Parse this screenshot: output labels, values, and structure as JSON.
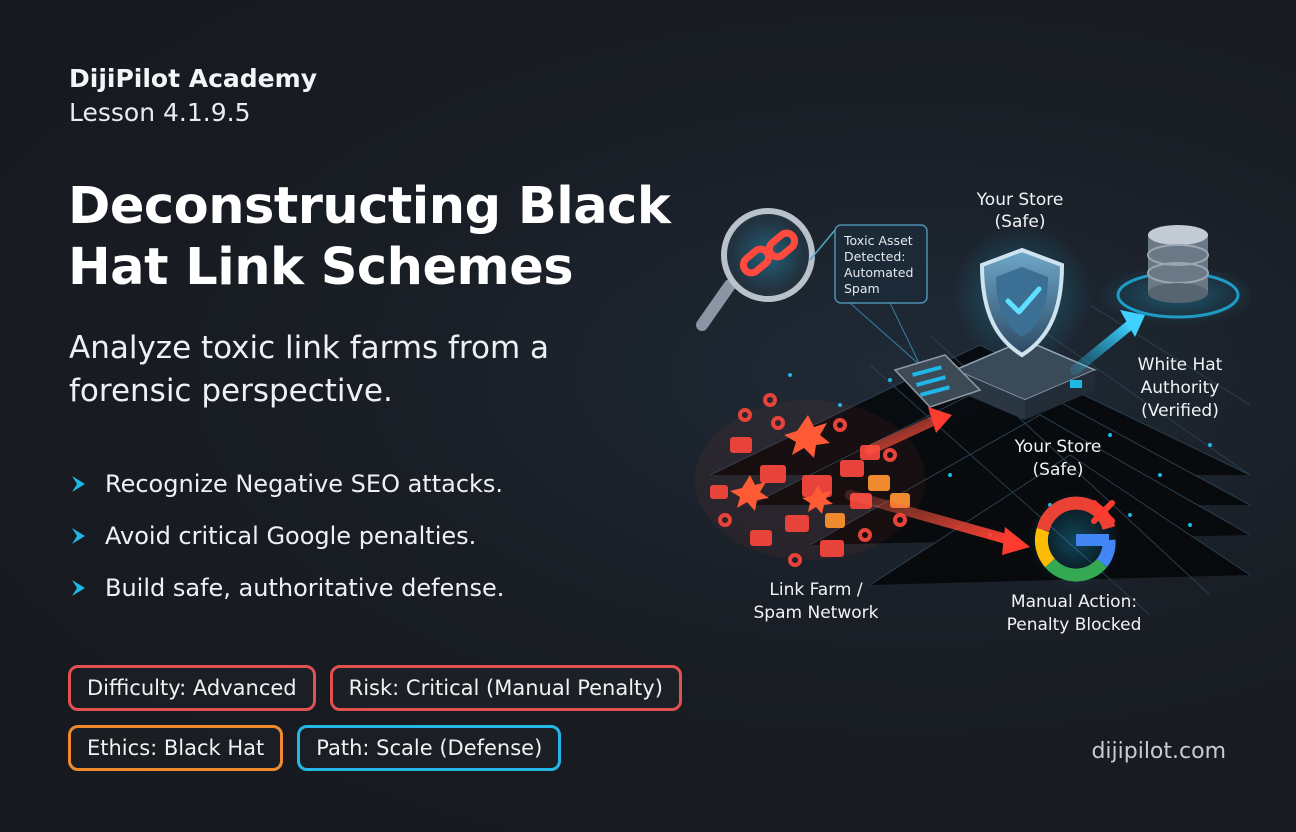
{
  "header": {
    "academy": "DijiPilot Academy",
    "lesson": "Lesson 4.1.9.5"
  },
  "title": "Deconstructing Black Hat Link Schemes",
  "subtitle": "Analyze toxic link farms from a forensic perspective.",
  "bullets": [
    "Recognize Negative SEO attacks.",
    "Avoid critical Google penalties.",
    "Build safe, authoritative defense."
  ],
  "badges": {
    "difficulty": "Difficulty: Advanced",
    "risk": "Risk: Critical (Manual Penalty)",
    "ethics": "Ethics: Black Hat",
    "path": "Path: Scale (Defense)"
  },
  "footer": {
    "site": "dijipilot.com"
  },
  "illustration": {
    "store_top": [
      "Your Store",
      "(Safe)"
    ],
    "store_mid": [
      "Your Store",
      "(Safe)"
    ],
    "toxic_callout": [
      "Toxic Asset",
      "Detected:",
      "Automated",
      "Spam"
    ],
    "white_hat": [
      "White Hat",
      "Authority",
      "(Verified)"
    ],
    "link_farm": [
      "Link Farm /",
      "Spam Network"
    ],
    "manual_action": [
      "Manual Action:",
      "Penalty Blocked"
    ]
  },
  "colors": {
    "badge_red": "#e0514f",
    "badge_orange": "#ef8a2f",
    "badge_cyan": "#22b8e6",
    "accent_cyan": "#1fb6e8",
    "spam_red": "#e8433a"
  },
  "icons": [
    "chevron-right-icon",
    "magnifier-icon",
    "broken-link-icon",
    "shield-check-icon",
    "database-icon",
    "google-g-icon",
    "x-mark-icon"
  ]
}
